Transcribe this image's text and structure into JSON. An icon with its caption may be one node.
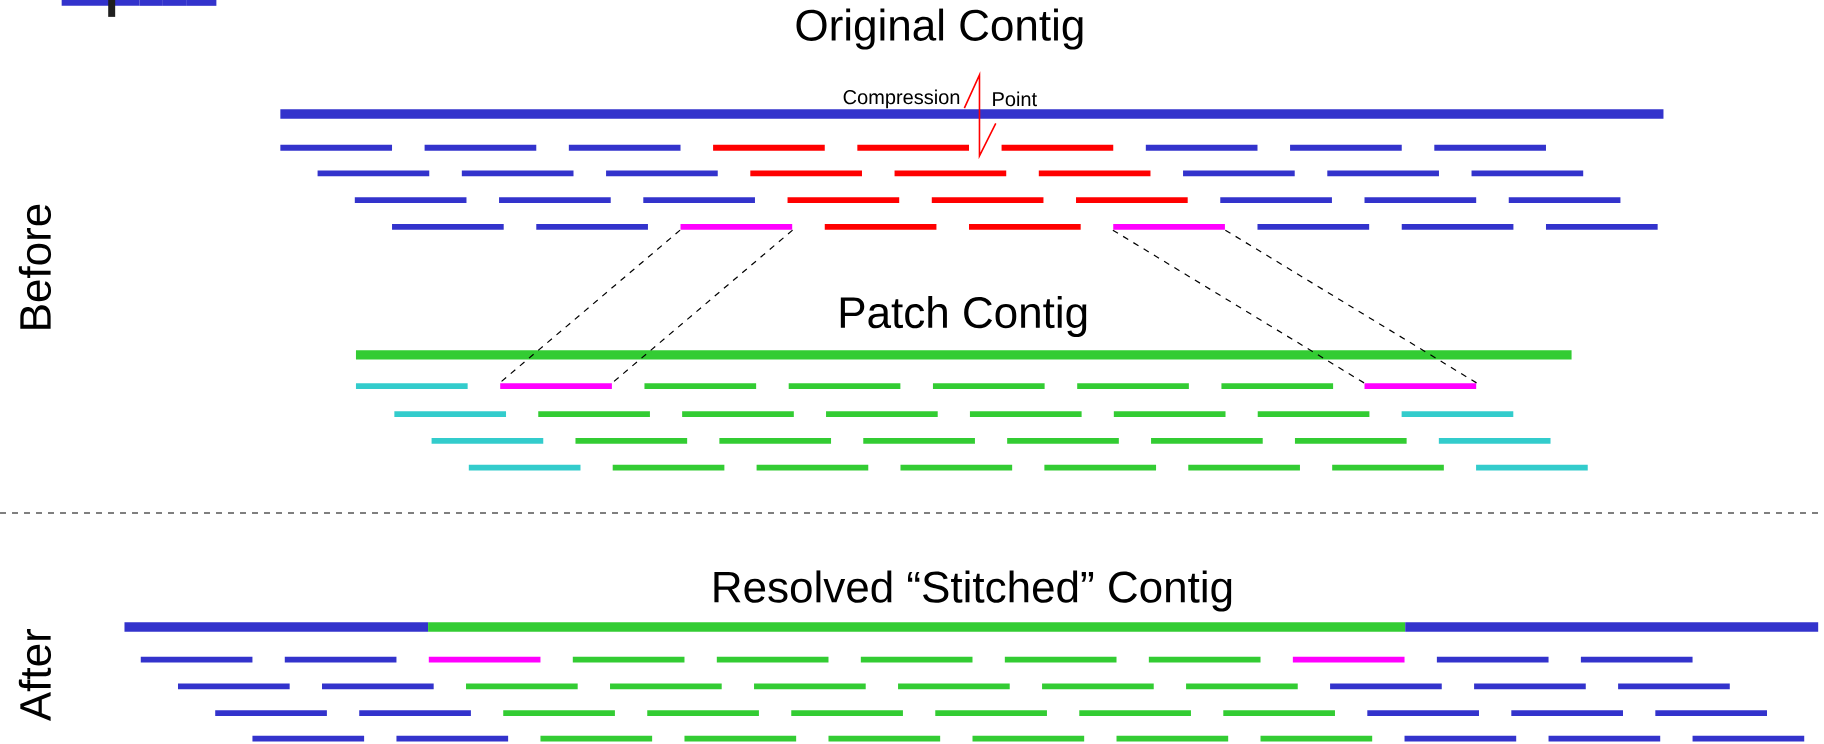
{
  "diagram": {
    "nodes": [
      {
        "text": [],
        "shape": "bar"
      },
      {
        "text": [],
        "shape": "bar"
      },
      {
        "text": [],
        "shape": "bar"
      },
      {
        "text": [],
        "shape": "bar"
      }
    ],
    "edges": [
      {
        "from": 0,
        "to": 2,
        "arrow": "none",
        "style": "dashed"
      },
      {
        "from": 0,
        "to": 2,
        "arrow": "none",
        "style": "dashed"
      },
      {
        "from": 1,
        "to": 3,
        "arrow": "none",
        "style": "dashed"
      },
      {
        "from": 1,
        "to": 3,
        "arrow": "none",
        "style": "dashed"
      }
    ],
    "labels": [
      "Original Contig",
      "Compression",
      "Point",
      "Before",
      "Patch Contig",
      "After",
      "Resolved “Stitched” Contig"
    ]
  }
}
